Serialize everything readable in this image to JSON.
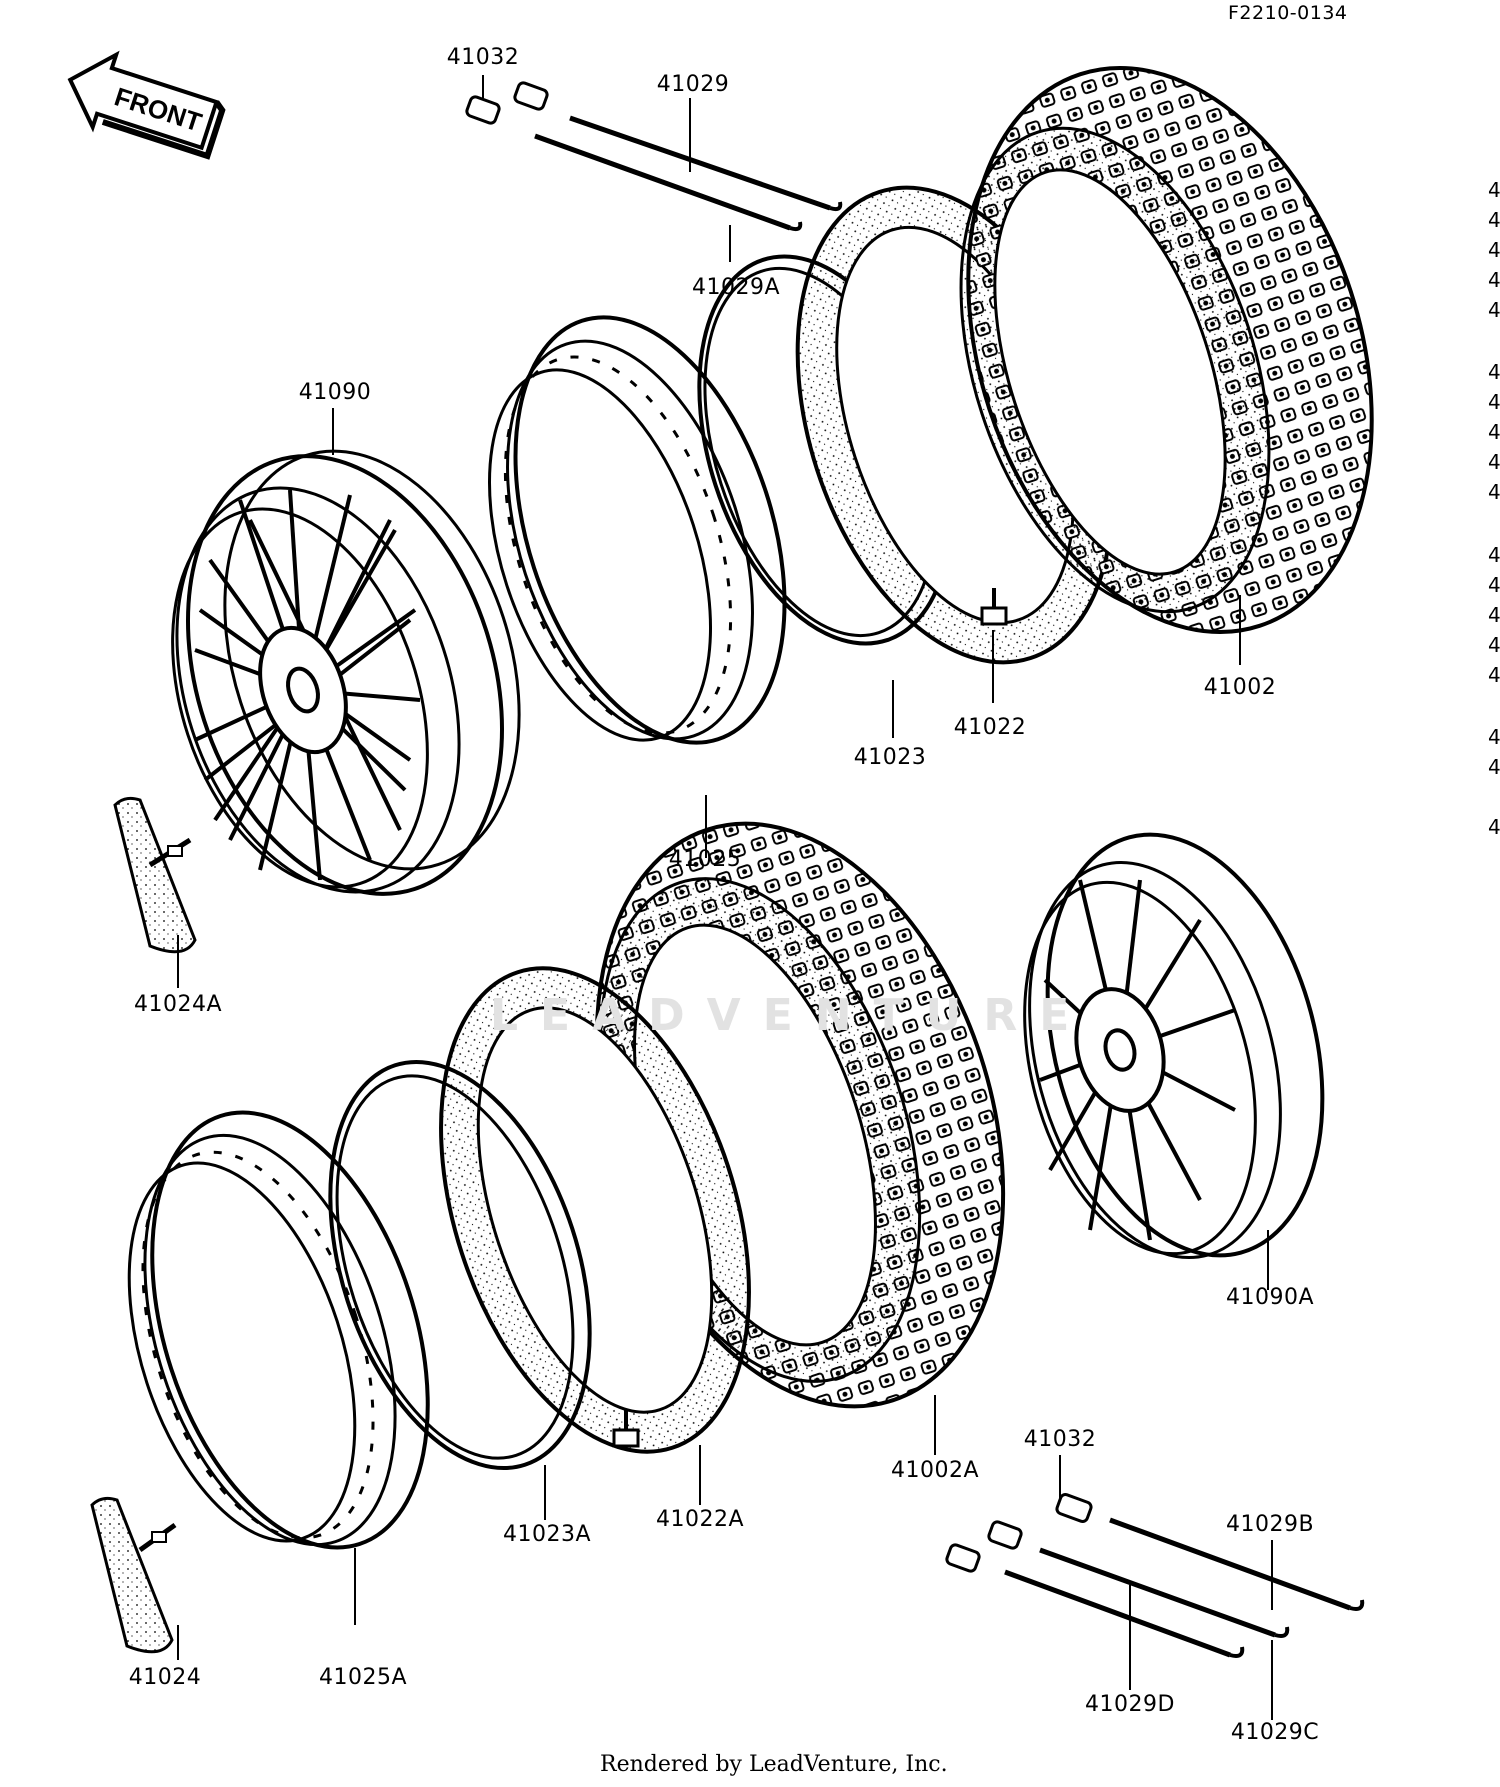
{
  "diagram_code": "F2210-0134",
  "front_label": "FRONT",
  "watermark": "LEADVENTURE",
  "footer": "Rendered by LeadVenture, Inc.",
  "labels": {
    "p41032_top": "41032",
    "p41029": "41029",
    "p41029A": "41029A",
    "p41090": "41090",
    "p41025": "41025",
    "p41023": "41023",
    "p41022": "41022",
    "p41002": "41002",
    "p41024A": "41024A",
    "p41090A": "41090A",
    "p41002A": "41002A",
    "p41023A": "41023A",
    "p41022A": "41022A",
    "p41024": "41024",
    "p41025A": "41025A",
    "p41032_bottom": "41032",
    "p41029B": "41029B",
    "p41029D": "41029D",
    "p41029C": "41029C"
  },
  "right_column_fragment": [
    "4",
    "4",
    "4",
    "4",
    "4",
    "4",
    "4",
    "4",
    "4",
    "4",
    "4",
    "4",
    "4",
    "4",
    "4",
    "4",
    "4",
    "4"
  ]
}
